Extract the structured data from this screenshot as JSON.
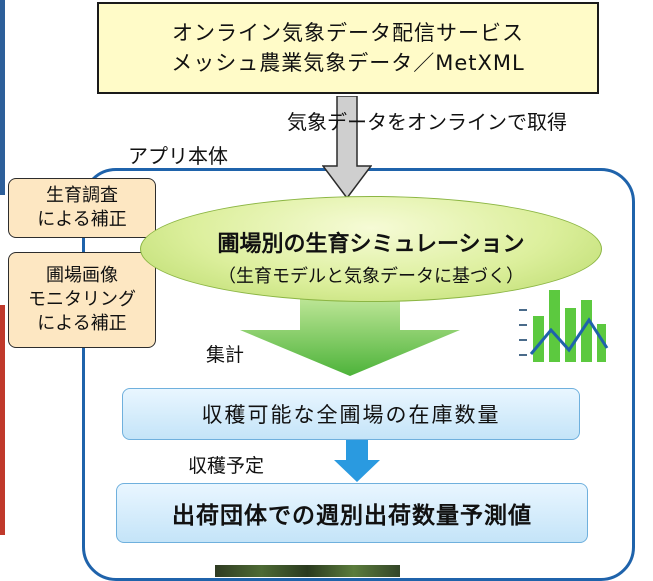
{
  "service": {
    "line1": "オンライン気象データ配信サービス",
    "line2": "メッシュ農業気象データ／MetXML"
  },
  "labels": {
    "acquire": "気象データをオンラインで取得",
    "app_body": "アプリ本体",
    "tally": "集計",
    "harvest_plan": "収穫予定"
  },
  "corrections": {
    "growth_survey": [
      "生育調査",
      "による補正"
    ],
    "image_monitoring": [
      "圃場画像",
      "モニタリング",
      "による補正"
    ]
  },
  "simulation": {
    "title": "圃場別の生育シミュレーション",
    "subtitle": "（生育モデルと気象データに基づく）"
  },
  "inventory": "収穫可能な全圃場の在庫数量",
  "forecast": "出荷団体での週別出荷数量予測値",
  "colors": {
    "frame": "#1f63ab",
    "service_fill": "#fffbc8",
    "correction_fill": "#fde7c2",
    "ellipse_fill": "#dcef9c",
    "green_arrow": "#6cc04a",
    "blue_arrow": "#2a9ae0",
    "gray_arrow": "#c8c8c8",
    "chart_icon": "#4cbf3a"
  }
}
